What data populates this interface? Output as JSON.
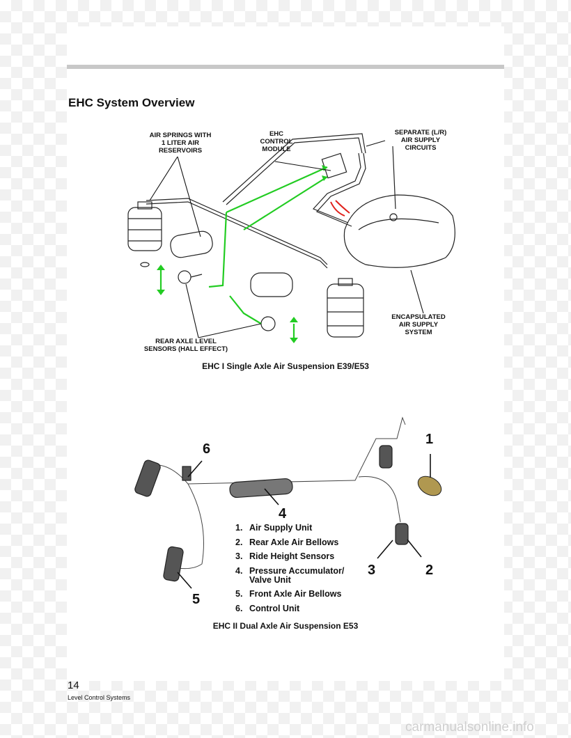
{
  "heading": "EHC System Overview",
  "figure1": {
    "labels": {
      "air_springs": "AIR SPRINGS WITH\n1 LITER AIR\nRESERVOIRS",
      "ehc_module": "EHC\nCONTROL\nMODULE",
      "separate_circuits": "SEPARATE (L/R)\nAIR SUPPLY\nCIRCUITS",
      "encapsulated": "ENCAPSULATED\nAIR SUPPLY\nSYSTEM",
      "rear_sensors": "REAR AXLE LEVEL\nSENSORS (HALL EFFECT)"
    },
    "caption": "EHC I Single Axle Air Suspension E39/E53"
  },
  "figure2": {
    "callouts": [
      "1",
      "2",
      "3",
      "4",
      "5",
      "6"
    ],
    "legend": [
      {
        "num": "1.",
        "text": "Air Supply Unit"
      },
      {
        "num": "2.",
        "text": "Rear Axle Air Bellows"
      },
      {
        "num": "3.",
        "text": "Ride Height Sensors"
      },
      {
        "num": "4.",
        "text": "Pressure Accumulator/",
        "cont": "Valve Unit"
      },
      {
        "num": "5.",
        "text": "Front Axle Air Bellows"
      },
      {
        "num": "6.",
        "text": "Control Unit"
      }
    ],
    "caption": "EHC II Dual Axle Air Suspension E53"
  },
  "page_number": "14",
  "footer": "Level Control Systems",
  "watermark": "carmanualsonline.info",
  "colors": {
    "signal_line": "#22cc22",
    "supply_arrow": "#e0201a"
  }
}
